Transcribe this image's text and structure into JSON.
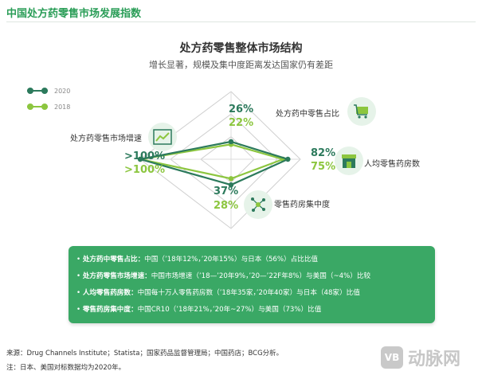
{
  "header": {
    "title": "中国处方药零售市场发展指数"
  },
  "chart_data": {
    "type": "radar",
    "title": "处方药零售整体市场结构",
    "subtitle": "增长显著，规模及集中度距离发达国家仍有差距",
    "axes": [
      {
        "name": "处方药中零售占比",
        "position": "top"
      },
      {
        "name": "人均零售药房数",
        "position": "right"
      },
      {
        "name": "零售药房集中度",
        "position": "bottom"
      },
      {
        "name": "处方药零售市场增速",
        "position": "left"
      }
    ],
    "series": [
      {
        "name": "2020",
        "color": "#2c7a5c",
        "values": [
          0.26,
          0.82,
          0.37,
          1.0
        ],
        "labels": [
          "26%",
          "82%",
          "37%",
          ">100%"
        ]
      },
      {
        "name": "2018",
        "color": "#8cc63f",
        "values": [
          0.22,
          0.75,
          0.28,
          1.0
        ],
        "labels": [
          "22%",
          "75%",
          "28%",
          ">100%"
        ]
      }
    ],
    "legend_position": "top-left"
  },
  "notes": [
    {
      "label": "处方药中零售占比：",
      "text": "中国（’18年12%，’20年15%）与日本（56%）占比比值"
    },
    {
      "label": "处方药零售市场增速：",
      "text": "中国市场增速（’18—’20年9%，’20—’22F年8%）与美国（~4%）比较"
    },
    {
      "label": "人均零售药房数：",
      "text": "中国每十万人零售药房数（’18年35家，’20年40家）与日本（48家）比值"
    },
    {
      "label": "零售药房集中度：",
      "text": "中国CR10（’18年21%，’20年~27%）与美国（73%）比值"
    }
  ],
  "footer": {
    "source": "来源：Drug Channels Institute；Statista；国家药品监督管理局；中国药店；BCG分析。",
    "note": "注：日本、美国对标数据均为2020年。"
  },
  "watermark": {
    "logo": "VB",
    "text": "动脉网"
  },
  "colors": {
    "accent": "#2a9d57",
    "series2020": "#2c7a5c",
    "series2018": "#8cc63f",
    "box": "#3aa865"
  },
  "icons": [
    "cart-icon",
    "store-icon",
    "network-icon",
    "trend-chart-icon"
  ]
}
